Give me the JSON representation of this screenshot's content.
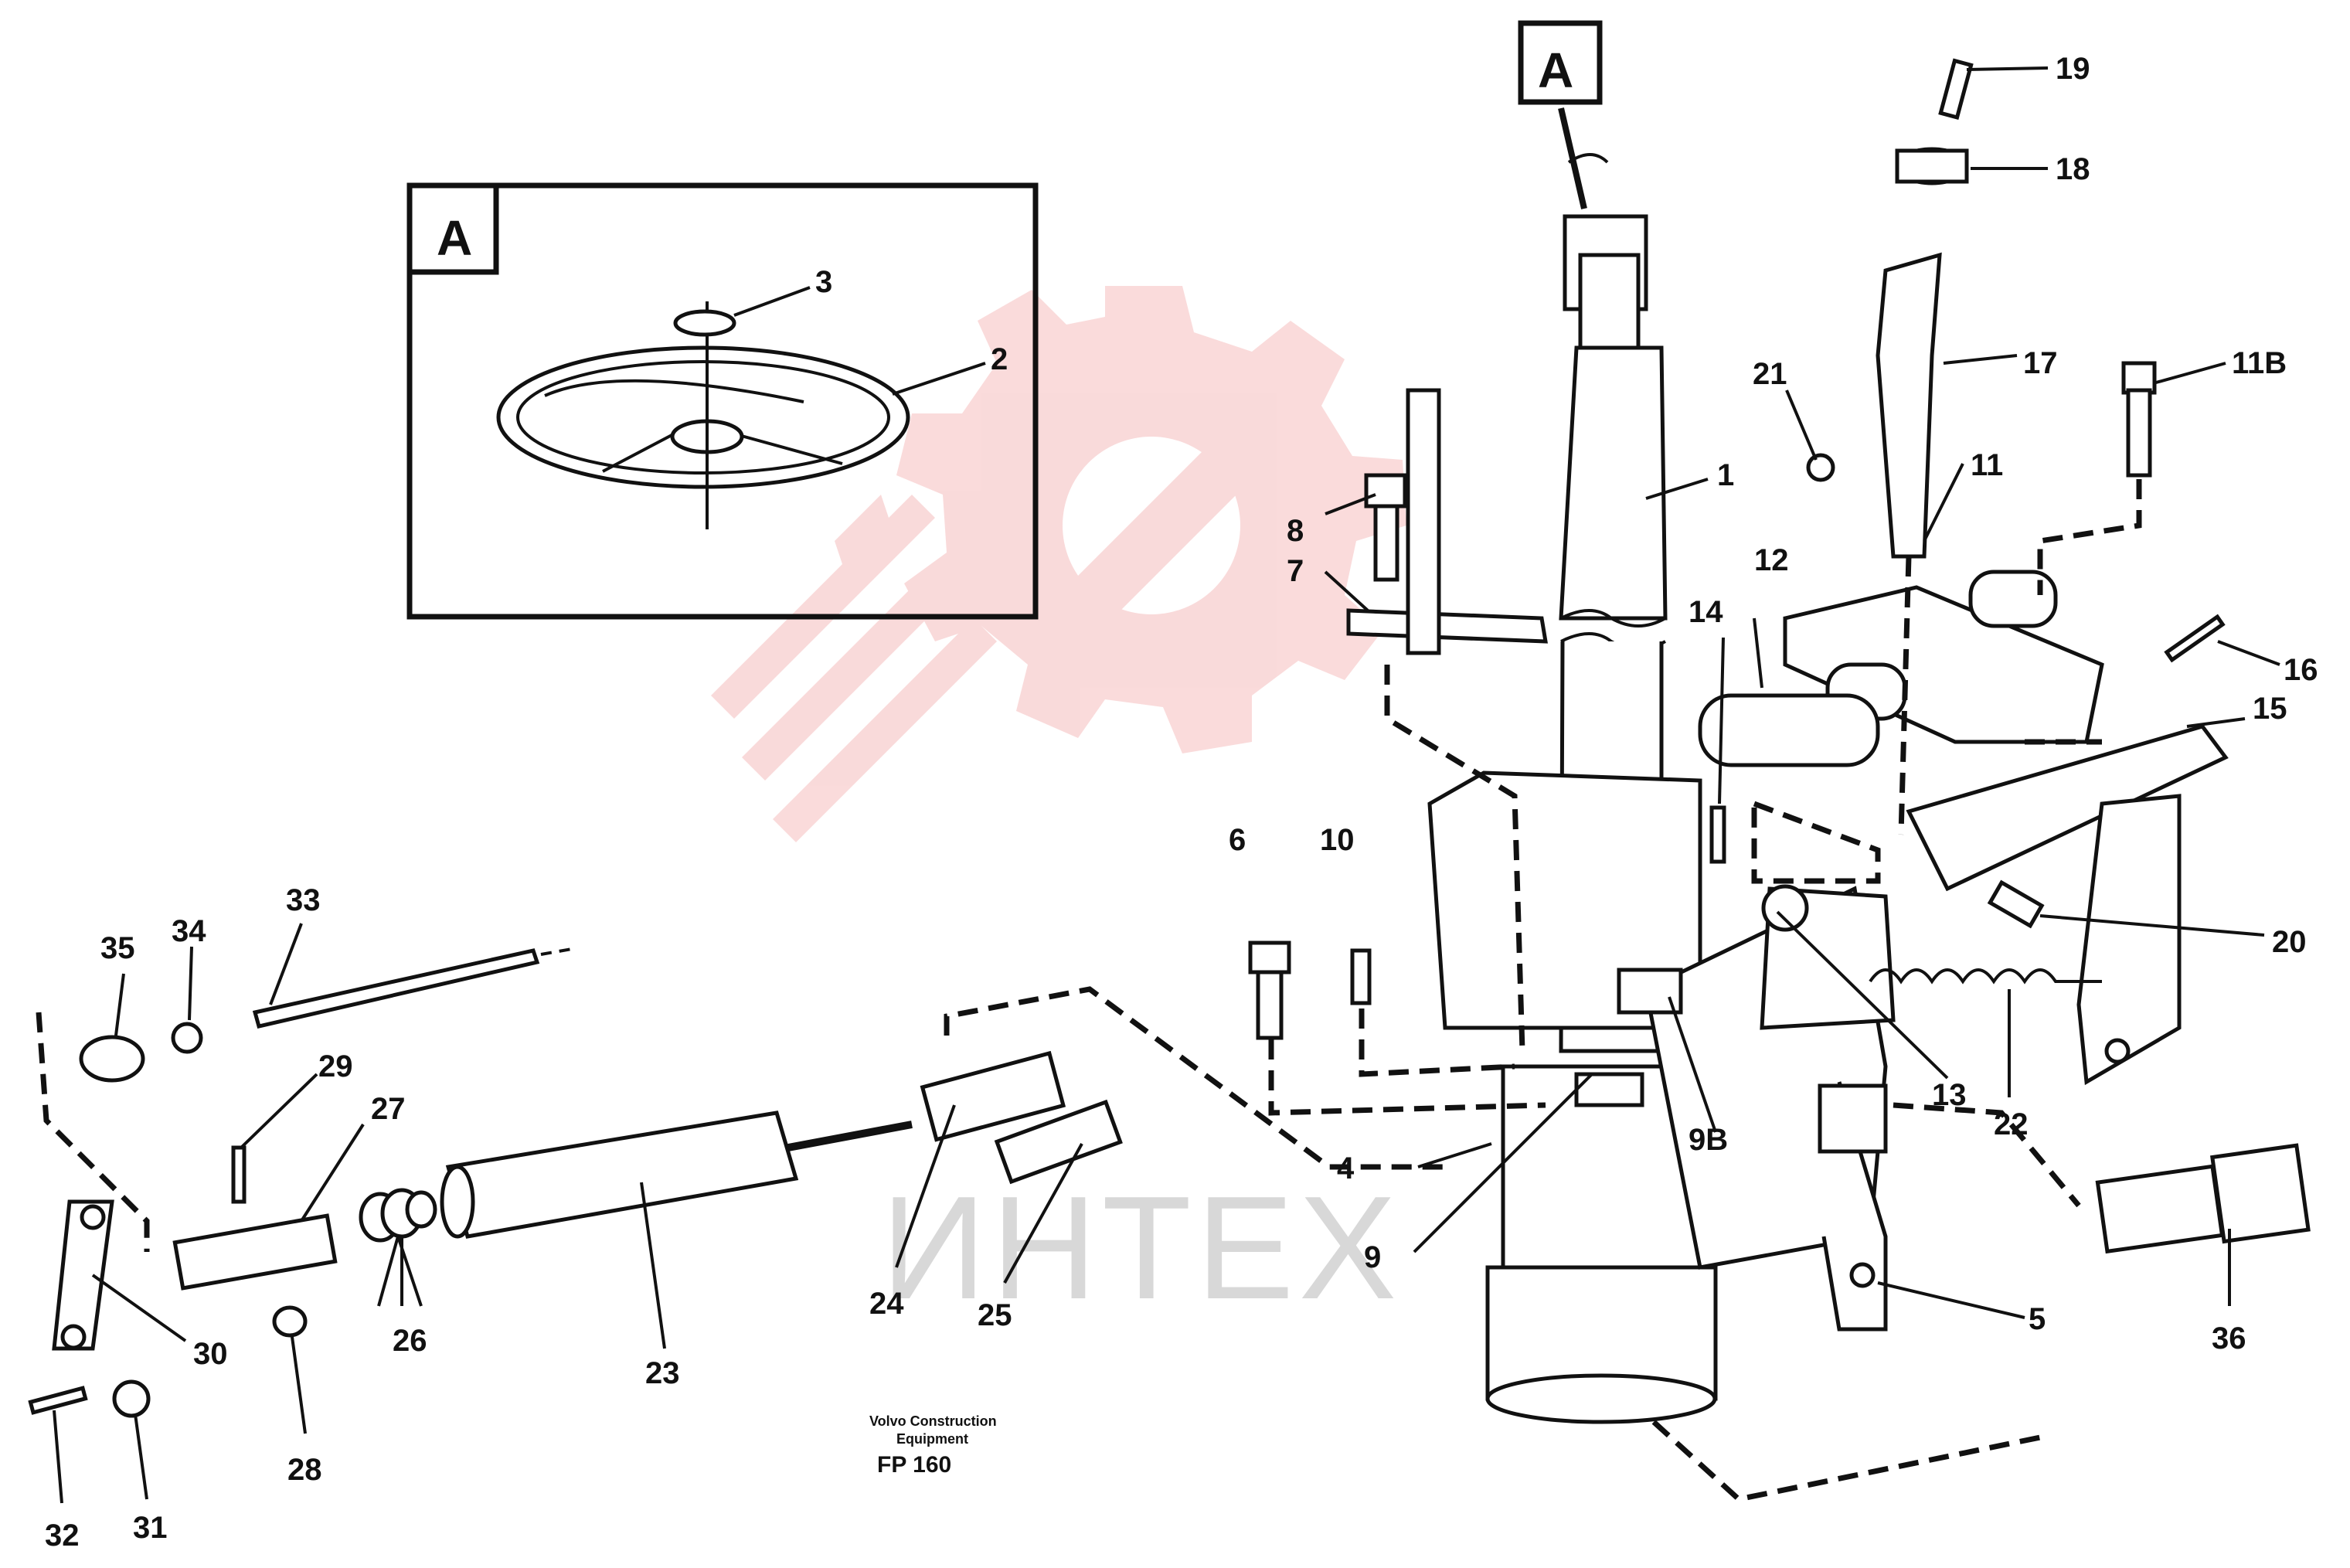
{
  "detail_box": {
    "label": "A"
  },
  "column_top_tag": {
    "label": "A"
  },
  "publisher": {
    "line1": "Volvo Construction",
    "line2": "Equipment",
    "code": "FP 160"
  },
  "watermark": {
    "text": "ИНТЕХ",
    "logo_color": "#e85a5a"
  },
  "callouts": {
    "c1": "1",
    "c2": "2",
    "c3": "3",
    "c4": "4",
    "c5": "5",
    "c6": "6",
    "c7": "7",
    "c8": "8",
    "c9": "9",
    "c9b": "9B",
    "c10": "10",
    "c11": "11",
    "c11b": "11B",
    "c12": "12",
    "c13": "13",
    "c14": "14",
    "c15": "15",
    "c16": "16",
    "c17": "17",
    "c18": "18",
    "c19": "19",
    "c20": "20",
    "c21": "21",
    "c22": "22",
    "c23": "23",
    "c24": "24",
    "c25": "25",
    "c26": "26",
    "c27": "27",
    "c28": "28",
    "c29": "29",
    "c30": "30",
    "c31": "31",
    "c32": "32",
    "c33": "33",
    "c34": "34",
    "c35": "35",
    "c36": "36"
  }
}
